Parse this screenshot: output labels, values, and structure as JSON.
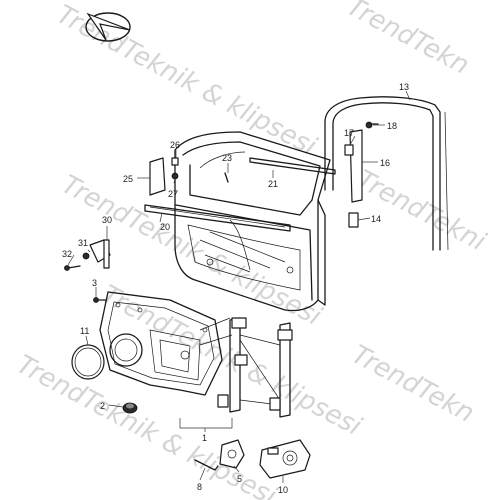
{
  "watermark": {
    "text_top": "TrendTeknik & klipsesi",
    "text_right": "TrendTekn",
    "text_mid": "TrendTeknik & klipsesi",
    "text_mid2": "TrendTekni",
    "text_low": "TrendTeknik & klipsesi",
    "text_low2": "TrendTekn",
    "text_bottom": "TrendTeknik & klipsesi"
  },
  "callouts": {
    "c1": "1",
    "c2": "2",
    "c3": "3",
    "c5": "5",
    "c8": "8",
    "c10": "10",
    "c11": "11",
    "c13": "13",
    "c14": "14",
    "c16": "16",
    "c17": "17",
    "c18": "18",
    "c20": "20",
    "c21": "21",
    "c23": "23",
    "c25": "25",
    "c26": "26",
    "c27": "27",
    "c30": "30",
    "c31": "31",
    "c32": "32"
  },
  "colors": {
    "line": "#1a1a1a",
    "watermark": "#d4d4d4",
    "background": "#ffffff"
  }
}
